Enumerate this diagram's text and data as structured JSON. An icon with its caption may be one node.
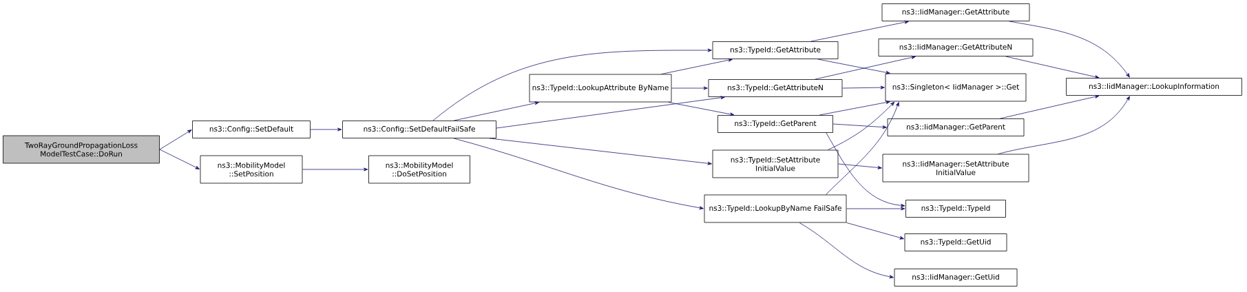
{
  "diagram": {
    "nodes": [
      {
        "text": [
          "TwoRayGroundPropagationLoss ModelTestCase::DoRun"
        ]
      },
      {
        "text": [
          "ns3::Config::SetDefault"
        ]
      },
      {
        "text": [
          "ns3::MobilityModel ::SetPosition"
        ]
      },
      {
        "text": [
          "ns3::Config::SetDefaultFailSafe"
        ]
      },
      {
        "text": [
          "ns3::MobilityModel ::DoSetPosition"
        ]
      },
      {
        "text": [
          "ns3::TypeId::LookupAttribute ByName"
        ]
      },
      {
        "text": [
          "ns3::TypeId::GetAttribute"
        ]
      },
      {
        "text": [
          "ns3::TypeId::GetAttributeN"
        ]
      },
      {
        "text": [
          "ns3::TypeId::GetParent"
        ]
      },
      {
        "text": [
          "ns3::TypeId::SetAttribute InitialValue"
        ]
      },
      {
        "text": [
          "ns3::TypeId::LookupByName FailSafe"
        ]
      },
      {
        "text": [
          "ns3::IidManager::GetAttribute"
        ]
      },
      {
        "text": [
          "ns3::IidManager::GetAttributeN"
        ]
      },
      {
        "text": [
          "ns3::Singleton< IidManager >::Get"
        ]
      },
      {
        "text": [
          "ns3::IidManager::GetParent"
        ]
      },
      {
        "text": [
          "ns3::IidManager::SetAttribute InitialValue"
        ]
      },
      {
        "text": [
          "ns3::TypeId::TypeId"
        ]
      },
      {
        "text": [
          "ns3::TypeId::GetUid"
        ]
      },
      {
        "text": [
          "ns3::IidManager::GetUid"
        ]
      },
      {
        "text": [
          "ns3::IidManager::LookupInformation"
        ]
      }
    ],
    "edges": [
      {
        "from": 0,
        "to": 1,
        "arrow": "to"
      },
      {
        "from": 0,
        "to": 2,
        "arrow": "to"
      },
      {
        "from": 1,
        "to": 3,
        "arrow": "to"
      },
      {
        "from": 2,
        "to": 4,
        "arrow": "to"
      },
      {
        "from": 3,
        "to": 5,
        "arrow": "to"
      },
      {
        "from": 3,
        "to": 6,
        "arrow": "to"
      },
      {
        "from": 3,
        "to": 7,
        "arrow": "to"
      },
      {
        "from": 3,
        "to": 9,
        "arrow": "to"
      },
      {
        "from": 3,
        "to": 10,
        "arrow": "to"
      },
      {
        "from": 5,
        "to": 6,
        "arrow": "to"
      },
      {
        "from": 5,
        "to": 7,
        "arrow": "to"
      },
      {
        "from": 5,
        "to": 8,
        "arrow": "to"
      },
      {
        "from": 6,
        "to": 11,
        "arrow": "to"
      },
      {
        "from": 6,
        "to": 13,
        "arrow": "to"
      },
      {
        "from": 7,
        "to": 12,
        "arrow": "to"
      },
      {
        "from": 7,
        "to": 13,
        "arrow": "to"
      },
      {
        "from": 8,
        "to": 13,
        "arrow": "to"
      },
      {
        "from": 8,
        "to": 14,
        "arrow": "to"
      },
      {
        "from": 8,
        "to": 16,
        "arrow": "to"
      },
      {
        "from": 9,
        "to": 13,
        "arrow": "to"
      },
      {
        "from": 9,
        "to": 15,
        "arrow": "to"
      },
      {
        "from": 10,
        "to": 13,
        "arrow": "to"
      },
      {
        "from": 10,
        "to": 16,
        "arrow": "to"
      },
      {
        "from": 10,
        "to": 17,
        "arrow": "to"
      },
      {
        "from": 10,
        "to": 18,
        "arrow": "to"
      },
      {
        "from": 11,
        "to": 19,
        "arrow": "to"
      },
      {
        "from": 12,
        "to": 19,
        "arrow": "to"
      },
      {
        "from": 14,
        "to": 19,
        "arrow": "to"
      },
      {
        "from": 15,
        "to": 19,
        "arrow": "to"
      }
    ]
  }
}
